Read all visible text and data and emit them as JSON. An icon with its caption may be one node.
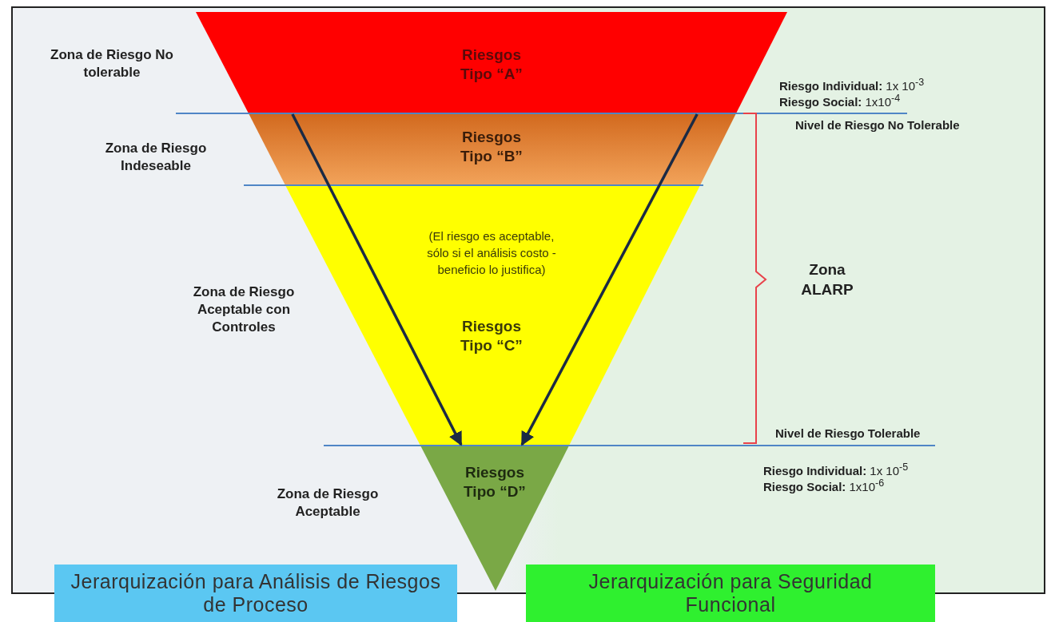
{
  "diagram": {
    "nodes": [
      {
        "text": [
          "Riesgos Tipo “A”"
        ]
      },
      {
        "text": [
          "Riesgos Tipo “B”"
        ]
      },
      {
        "text": [
          "(El riesgo es aceptable, sólo si el análisis costo - beneficio lo justifica)",
          "Riesgos Tipo “C”"
        ]
      },
      {
        "text": [
          "Riesgos Tipo “D”"
        ]
      },
      {
        "text": [
          "Jerarquización  para Análisis de Riesgos de Proceso"
        ]
      },
      {
        "text": [
          "Jerarquización  para Seguridad Funcional"
        ]
      }
    ],
    "edges": [
      {
        "from": 1,
        "to": 3,
        "arrow": "to"
      },
      {
        "from": 1,
        "to": 3,
        "arrow": "to"
      }
    ],
    "labels": [
      "Zona de Riesgo No tolerable",
      "**Riesgo Individual:** 1x 10$^{-3}$",
      "**Riesgo Social:** 1x10$^{-4}$",
      "Nivel de Riesgo No Tolerable",
      "Zona de Riesgo Indeseable",
      "Zona ALARP",
      "Zona de Riesgo Aceptable con Controles",
      "Nivel de Riesgo Tolerable",
      "**Riesgo Individual:** 1x 10$^{-5}$",
      "**Riesgo Social:** 1x10$^{-6}$",
      "Zona de Riesgo Aceptable"
    ]
  }
}
